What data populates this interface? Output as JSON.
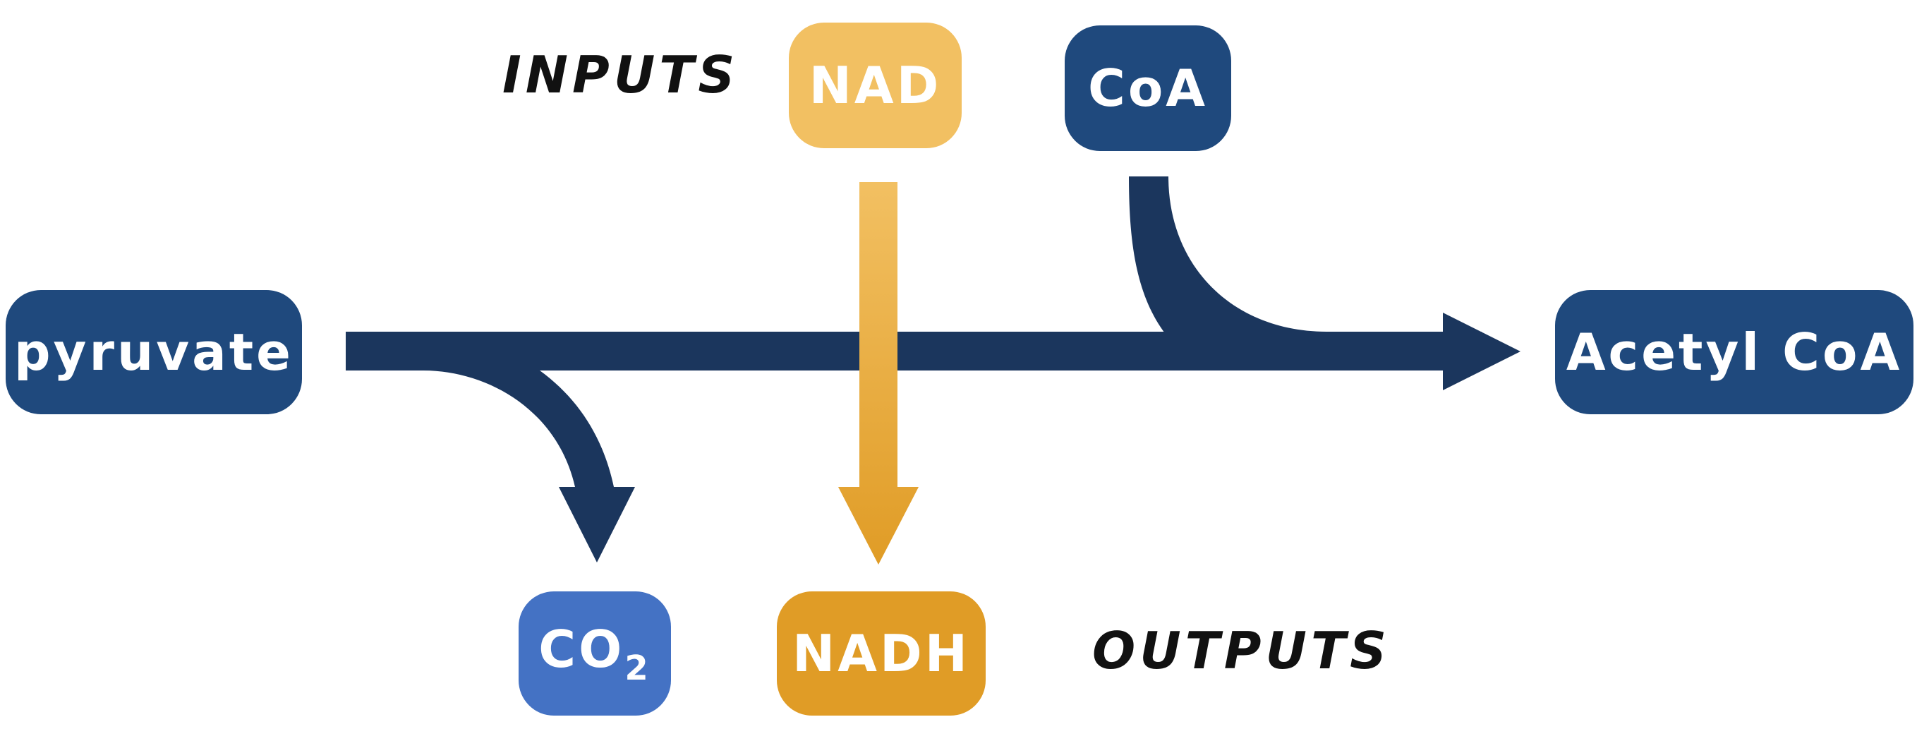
{
  "labels": {
    "inputs": "INPUTS",
    "outputs": "OUTPUTS"
  },
  "nodes": {
    "pyruvate": "pyruvate",
    "acetyl_coa": "Acetyl CoA",
    "nad": "NAD",
    "coa": "CoA",
    "co2_base": "CO",
    "co2_sub": "2",
    "nadh": "NADH"
  },
  "colors": {
    "dark_navy_arrow": "#1B365D",
    "navy_box": "#1F497D",
    "co2_blue": "#4472C4",
    "nad_light_gold": "#F2C062",
    "nadh_gold": "#E09C26",
    "text_black": "#111111"
  }
}
